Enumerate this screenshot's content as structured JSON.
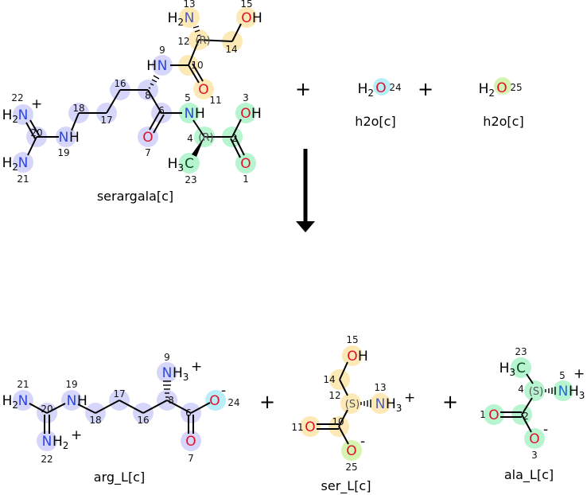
{
  "reaction": {
    "plus": "+",
    "arrow_icon": "down-arrow",
    "reactants": [
      "serargala[c]",
      "h2o[c]",
      "h2o[c]"
    ],
    "products": [
      "arg_L[c]",
      "ser_L[c]",
      "ala_L[c]"
    ]
  },
  "colors": {
    "arg": "#d6d6fa",
    "ser": "#fde9b6",
    "ala": "#b6f5cf",
    "water24": "#b8eef8",
    "water25": "#d4f4b0",
    "N": "#2c46e0",
    "O": "#e0102a"
  },
  "serargala": {
    "n22": {
      "num": "22",
      "h": "H",
      "sub": "2",
      "el": "N",
      "charge": "+"
    },
    "c20": {
      "num": "20"
    },
    "n21": {
      "num": "21",
      "h": "H",
      "sub": "2",
      "el": "N"
    },
    "n19": {
      "num": "19",
      "el": "N",
      "h": "H"
    },
    "c18": {
      "num": "18"
    },
    "c17": {
      "num": "17"
    },
    "c16": {
      "num": "16"
    },
    "c8": {
      "num": "8"
    },
    "n9": {
      "num": "9",
      "h": "H",
      "el": "N"
    },
    "c10": {
      "num": "10"
    },
    "o11": {
      "num": "11",
      "el": "O"
    },
    "c12": {
      "num": "12",
      "stereo": "(R)"
    },
    "n13": {
      "num": "13",
      "h": "H",
      "sub": "2",
      "el": "N"
    },
    "c14": {
      "num": "14"
    },
    "o15": {
      "num": "15",
      "el": "O",
      "h": "H"
    },
    "c6": {
      "num": "6"
    },
    "o7": {
      "num": "7",
      "el": "O"
    },
    "n5": {
      "num": "5",
      "el": "N",
      "h": "H"
    },
    "c4": {
      "num": "4",
      "stereo": "(R)"
    },
    "c2": {
      "num": "2"
    },
    "o3": {
      "num": "3",
      "el": "O",
      "h": "H"
    },
    "o1": {
      "num": "1",
      "el": "O"
    },
    "c23": {
      "num": "23",
      "h": "H",
      "sub": "3",
      "el": "C"
    }
  },
  "water1": {
    "h": "H",
    "sub": "2",
    "el": "O",
    "num": "24"
  },
  "water2": {
    "h": "H",
    "sub": "2",
    "el": "O",
    "num": "25"
  },
  "arg": {
    "n21": {
      "num": "21",
      "h": "H",
      "sub": "2",
      "el": "N"
    },
    "c20": {
      "num": "20"
    },
    "n22": {
      "num": "22",
      "el": "N",
      "h": "H",
      "sub": "2",
      "charge": "+"
    },
    "n19": {
      "num": "19",
      "el": "N",
      "h": "H"
    },
    "c18": {
      "num": "18"
    },
    "c17": {
      "num": "17"
    },
    "c16": {
      "num": "16"
    },
    "c8": {
      "num": "8"
    },
    "n9": {
      "num": "9",
      "el": "N",
      "h": "H",
      "sub": "3",
      "charge": "+"
    },
    "c6": {
      "num": "6"
    },
    "o7": {
      "num": "7",
      "el": "O"
    },
    "o24": {
      "num": "24",
      "el": "O",
      "charge": "-"
    }
  },
  "ser": {
    "o15": {
      "num": "15",
      "el": "O",
      "h": "H"
    },
    "c14": {
      "num": "14"
    },
    "c12": {
      "num": "12",
      "stereo": "(S)"
    },
    "n13": {
      "num": "13",
      "el": "N",
      "h": "H",
      "sub": "3",
      "charge": "+"
    },
    "c10": {
      "num": "10"
    },
    "o11": {
      "num": "11",
      "el": "O"
    },
    "o25": {
      "num": "25",
      "el": "O",
      "charge": "-"
    }
  },
  "ala": {
    "c23": {
      "num": "23",
      "h": "H",
      "sub": "3",
      "el": "C"
    },
    "c4": {
      "num": "4",
      "stereo": "(S)"
    },
    "n5": {
      "num": "5",
      "el": "N",
      "h": "H",
      "sub": "3",
      "charge": "+"
    },
    "c2": {
      "num": "2"
    },
    "o1": {
      "num": "1",
      "el": "O"
    },
    "o3": {
      "num": "3",
      "el": "O",
      "charge": "-"
    }
  }
}
